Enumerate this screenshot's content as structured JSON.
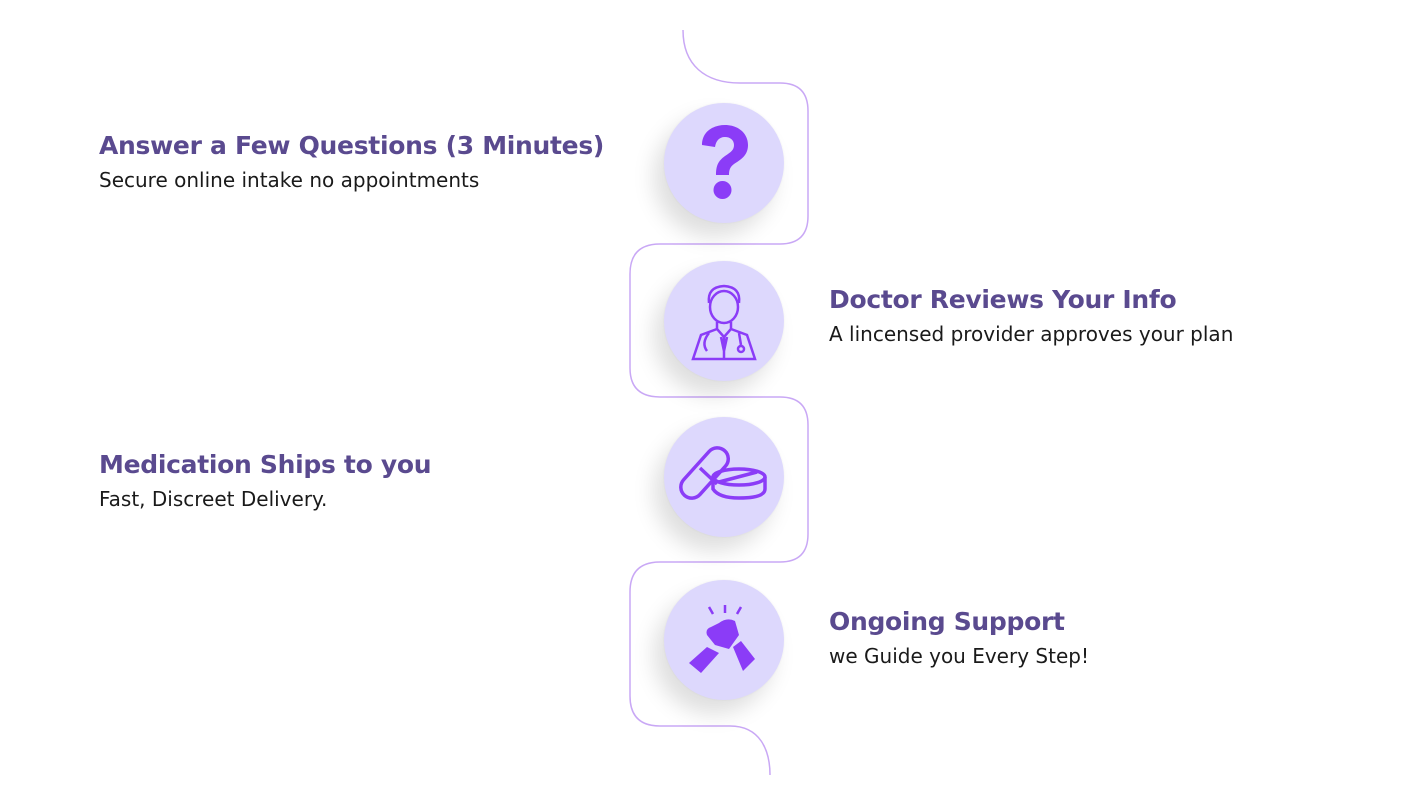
{
  "colors": {
    "heading": "#5a4a8f",
    "icon": "#8b3cf7",
    "circle": "#ddd8fd",
    "line": "#c9a8f5"
  },
  "steps": [
    {
      "icon": "question-icon",
      "title": "Answer a Few Questions (3 Minutes)",
      "subtitle": "Secure online intake no appointments"
    },
    {
      "icon": "doctor-icon",
      "title": "Doctor Reviews Your Info",
      "subtitle": "A lincensed provider approves your plan"
    },
    {
      "icon": "pills-icon",
      "title": "Medication Ships to you",
      "subtitle": "Fast, Discreet Delivery."
    },
    {
      "icon": "handshake-icon",
      "title": "Ongoing Support",
      "subtitle": "we Guide you Every Step!"
    }
  ]
}
